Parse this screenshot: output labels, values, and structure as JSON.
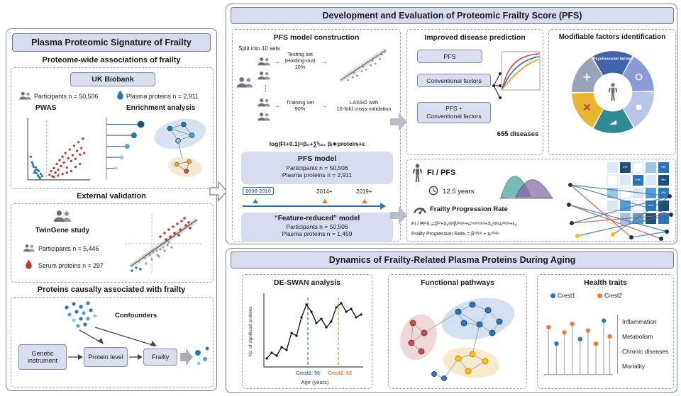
{
  "colors": {
    "lavender": "#d7dcf0",
    "blue": "#2e75b6",
    "dark_blue": "#1f4e79",
    "orange": "#ed7d31",
    "red": "#c0392b",
    "teal": "#2e8b94",
    "yellow": "#e8b62e"
  },
  "left": {
    "title": "Plasma Proteomic Signature of Frailty",
    "pwas": {
      "heading": "Proteome-wide associations of frailty",
      "cohort": "UK Biobank",
      "participants": "Participants n = 50,506",
      "proteins": "Plasma proteins n = 2,911",
      "volcano_label": "PWAS",
      "enrichment_label": "Enrichment analysis"
    },
    "validation": {
      "heading": "External validation",
      "cohort": "TwinGene study",
      "participants": "Participants n = 5,446",
      "proteins": "Serum proteins n = 297"
    },
    "causal": {
      "heading": "Proteins causally associated with frailty",
      "confounders": "Confounders",
      "genetic": "Genetic instrument",
      "protein": "Protein level",
      "frailty": "Frailty"
    }
  },
  "pfs": {
    "title": "Development and Evaluation of Proteomic Frailty Score (PFS)",
    "construction": {
      "heading": "PFS model construction",
      "split": "Split into 10 sets",
      "testing1": "Testing set",
      "testing2": "(Holding-out)",
      "testing3": "10%",
      "training1": "Training set",
      "training2": "90%",
      "lasso1": "LASSO with",
      "lasso2": "10-fold cross-validation",
      "formula": "log(FI+0.1)=β₀+∑ᵏᵢ₌₁ βᵢ∗proteinᵢ+ε",
      "model_title": "PFS model",
      "model_participants": "Participants n = 50,506",
      "model_proteins": "Plasma proteins n = 2,911",
      "timeline": [
        "2006-2010",
        "2014+",
        "2019+"
      ],
      "reduced_title": "“Feature-reduced” model",
      "reduced_participants": "Participants n = 50,506",
      "reduced_proteins": "Plasma proteins n = 1,459"
    },
    "prediction": {
      "heading": "Improved disease prediction",
      "box1": "PFS",
      "box2": "Conventional factors",
      "box3a": "PFS +",
      "box3b": "Conventional factors",
      "diseases": "655 diseases"
    },
    "modifiable": {
      "heading": "Modifiable factors identification",
      "segment_top": "Psychosocial factors"
    },
    "progression": {
      "fi_pfs": "FI / PFS",
      "followup": "12.5 years",
      "rate": "Frailty Progression Rate",
      "formula1": "FI / PFS ᵢⱼ=β⁰+Xᵢⱼᵃᵍᵉβˢˡᵒᵖᵉ+uᵢⁱⁿᵗᵉʳᶜᵉᵖᵗ+Xᵢⱼᵃᵍᵉuᵢˢˡᵒᵖᵉ+εᵢⱼ",
      "formula2": "Frailty Progression Rateᵢ = βˢˡᵒᵖᵉ + uᵢˢˡᵒᵖᵉ"
    }
  },
  "dynamics": {
    "title": "Dynamics of Frailty-Related Plasma Proteins During Aging",
    "deswan": {
      "heading": "DE-SWAN analysis",
      "ylabel": "No. of significant proteins",
      "xlabel": "Age (years)",
      "crest1": "Crest1: 50",
      "crest2": "Crest2: 63"
    },
    "pathways": {
      "heading": "Functional pathways"
    },
    "traits": {
      "heading": "Health traits",
      "legend1": "Crest1",
      "legend2": "Crest2",
      "labels": [
        "Inflammation",
        "Metabolism",
        "Chronic diseases",
        "Mortality"
      ]
    }
  }
}
